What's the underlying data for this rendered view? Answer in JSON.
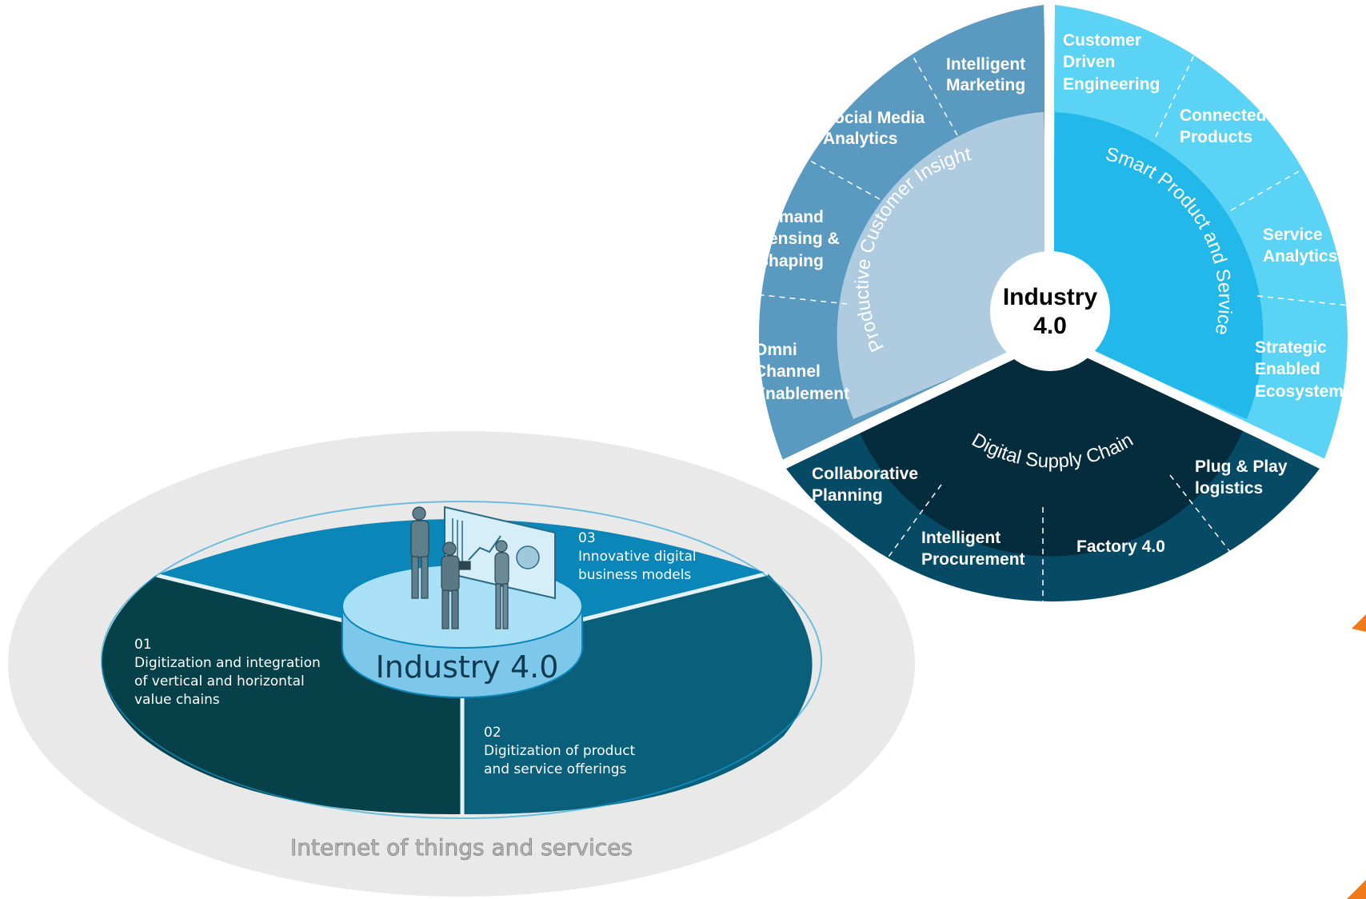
{
  "ellipse_diagram": {
    "title": "Industry 4.0",
    "base_label": "Internet of things and services",
    "sections": [
      {
        "number": "01",
        "lines": [
          "Digitization and integration",
          "of vertical and horizontal",
          "value chains"
        ]
      },
      {
        "number": "02",
        "lines": [
          "Digitization of product",
          "and service offerings"
        ]
      },
      {
        "number": "03",
        "lines": [
          "Innovative digital",
          "business models"
        ]
      }
    ],
    "colors": {
      "outer": "#e9e9e9",
      "section_01": "#064049",
      "section_02": "#0a5f7a",
      "section_03": "#0a86b8",
      "platform": "#9ed8f2"
    }
  },
  "wheel_diagram": {
    "center": [
      "Industry",
      "4.0"
    ],
    "rings": {
      "customer": "Productive Customer Insight",
      "product": "Smart Product and Service",
      "supply": "Digital Supply Chain"
    },
    "segments": {
      "customer": [
        [
          "Intelligent",
          "Marketing"
        ],
        [
          "Social Media",
          "Analytics"
        ],
        [
          "Demand",
          "Sensing &",
          "Shaping"
        ],
        [
          "Omni",
          "Channel",
          "Enablement"
        ]
      ],
      "product": [
        [
          "Customer",
          "Driven",
          "Engineering"
        ],
        [
          "Connected",
          "Products"
        ],
        [
          "Service",
          "Analytics"
        ],
        [
          "Strategic",
          "Enabled",
          "Ecosystem"
        ]
      ],
      "supply": [
        [
          "Collaborative",
          "Planning"
        ],
        [
          "Intelligent",
          "Procurement"
        ],
        [
          "Factory 4.0"
        ],
        [
          "Plug & Play",
          "logistics"
        ]
      ]
    },
    "colors": {
      "customer_outer": "#5b9ac0",
      "customer_inner": "#aecbdf",
      "product_outer": "#5bd3f5",
      "product_inner": "#22b8ea",
      "supply_outer": "#074a66",
      "supply_inner": "#052c3d",
      "accent": "#f07a1a"
    }
  }
}
